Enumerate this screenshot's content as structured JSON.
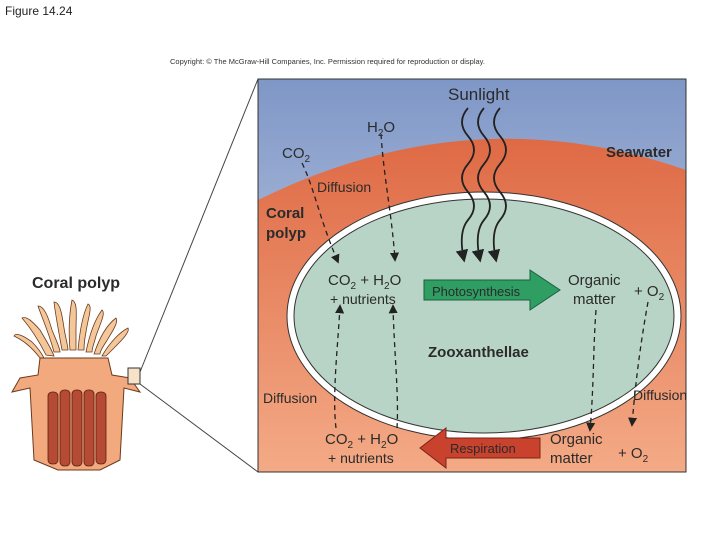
{
  "figure_label": "Figure 14.24",
  "copyright": "Copyright: © The McGraw-Hill Companies, Inc. Permission required for reproduction or display.",
  "labels": {
    "sunlight": "Sunlight",
    "water": "H",
    "water_sub": "2",
    "water_tail": "O",
    "co2_top": "CO",
    "co2_top_sub": "2",
    "seawater": "Seawater",
    "diffusion_top": "Diffusion",
    "coral_polyp_inset_line1": "Coral",
    "coral_polyp_inset_line2": "polyp",
    "coral_polyp_main": "Coral polyp",
    "reactants_top_a": "CO",
    "reactants_top_sub": "2",
    "reactants_top_b": " + H",
    "reactants_top_sub2": "2",
    "reactants_top_c": "O",
    "nutrients_top": "+ nutrients",
    "photosynthesis": "Photosynthesis",
    "organic_top_line1": "Organic",
    "organic_top_line2": "matter",
    "o2_top": "+ O",
    "o2_top_sub": "2",
    "zooxanthellae": "Zooxanthellae",
    "diffusion_left": "Diffusion",
    "diffusion_right": "Diffusion",
    "reactants_bottom_a": "CO",
    "reactants_bottom_sub": "2",
    "reactants_bottom_b": " + H",
    "reactants_bottom_sub2": "2",
    "reactants_bottom_c": "O",
    "nutrients_bottom": "+ nutrients",
    "respiration": "Respiration",
    "organic_bottom_line1": "Organic",
    "organic_bottom_line2": "matter",
    "o2_bottom": "+ O",
    "o2_bottom_sub": "2"
  },
  "colors": {
    "sky_top": "#7f97c7",
    "sky_bottom": "#c9d3e8",
    "tissue_outer": "#e2704a",
    "tissue_inner": "#f2a07b",
    "cell_fill": "#b8d4c6",
    "photosynthesis_arrow": "#2f9e63",
    "respiration_arrow": "#c8422e"
  }
}
